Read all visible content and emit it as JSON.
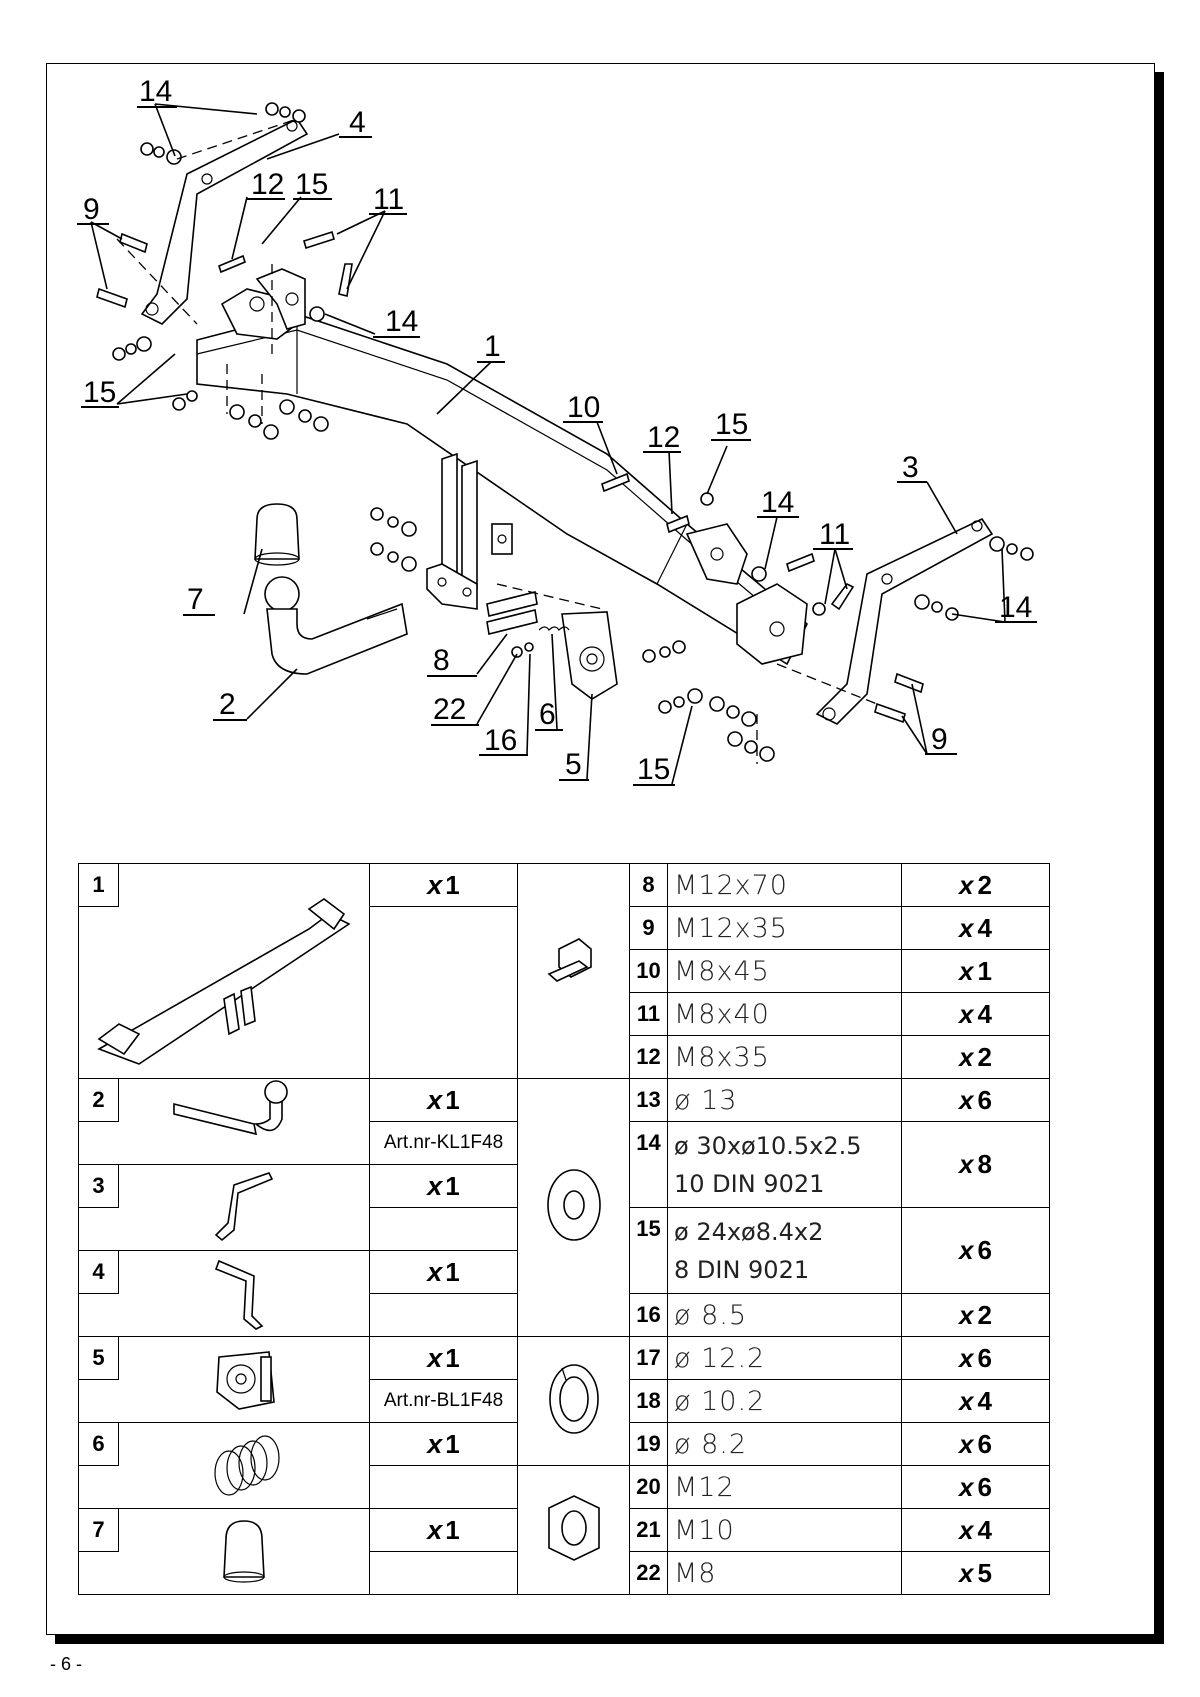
{
  "callouts": {
    "c14a": "14",
    "c4": "4",
    "c9a": "9",
    "c12a": "12",
    "c15a": "15",
    "c11a": "11",
    "c14b": "14",
    "c15b": "15",
    "c1": "1",
    "c10": "10",
    "c12b": "12",
    "c15c": "15",
    "c3": "3",
    "c14c": "14",
    "c11b": "11",
    "c14d": "14",
    "c7": "7",
    "c8": "8",
    "c22": "22",
    "c16": "16",
    "c6": "6",
    "c5": "5",
    "c2": "2",
    "c15d": "15",
    "c9b": "9"
  },
  "main_parts": [
    {
      "nr": "1",
      "qty_prefix": "x",
      "qty": "1",
      "art": ""
    },
    {
      "nr": "2",
      "qty_prefix": "x",
      "qty": "1",
      "art": "Art.nr-KL1F48"
    },
    {
      "nr": "3",
      "qty_prefix": "x",
      "qty": "1",
      "art": ""
    },
    {
      "nr": "4",
      "qty_prefix": "x",
      "qty": "1",
      "art": ""
    },
    {
      "nr": "5",
      "qty_prefix": "x",
      "qty": "1",
      "art": "Art.nr-BL1F48"
    },
    {
      "nr": "6",
      "qty_prefix": "x",
      "qty": "1",
      "art": ""
    },
    {
      "nr": "7",
      "qty_prefix": "x",
      "qty": "1",
      "art": ""
    }
  ],
  "hardware": [
    {
      "nr": "8",
      "spec": "M12x70",
      "qty_prefix": "x",
      "qty": "2"
    },
    {
      "nr": "9",
      "spec": "M12x35",
      "qty_prefix": "x",
      "qty": "4"
    },
    {
      "nr": "10",
      "spec": "M8x45",
      "qty_prefix": "x",
      "qty": "1"
    },
    {
      "nr": "11",
      "spec": "M8x40",
      "qty_prefix": "x",
      "qty": "4"
    },
    {
      "nr": "12",
      "spec": "M8x35",
      "qty_prefix": "x",
      "qty": "2"
    },
    {
      "nr": "13",
      "spec": "ø 13",
      "qty_prefix": "x",
      "qty": "6"
    },
    {
      "nr": "14",
      "spec": "ø 30xø10.5x2.5",
      "spec_line2": "10      DIN 9021",
      "qty_prefix": "x",
      "qty": "8"
    },
    {
      "nr": "15",
      "spec": "ø 24xø8.4x2",
      "spec_line2": "8       DIN 9021",
      "qty_prefix": "x",
      "qty": "6"
    },
    {
      "nr": "16",
      "spec": "ø 8.5",
      "qty_prefix": "x",
      "qty": "2"
    },
    {
      "nr": "17",
      "spec": "ø 12.2",
      "qty_prefix": "x",
      "qty": "6"
    },
    {
      "nr": "18",
      "spec": "ø 10.2",
      "qty_prefix": "x",
      "qty": "4"
    },
    {
      "nr": "19",
      "spec": "ø 8.2",
      "qty_prefix": "x",
      "qty": "6"
    },
    {
      "nr": "20",
      "spec": "M12",
      "qty_prefix": "x",
      "qty": "6"
    },
    {
      "nr": "21",
      "spec": "M10",
      "qty_prefix": "x",
      "qty": "4"
    },
    {
      "nr": "22",
      "spec": "M8",
      "qty_prefix": "x",
      "qty": "5"
    }
  ],
  "page_number": "- 6 -"
}
